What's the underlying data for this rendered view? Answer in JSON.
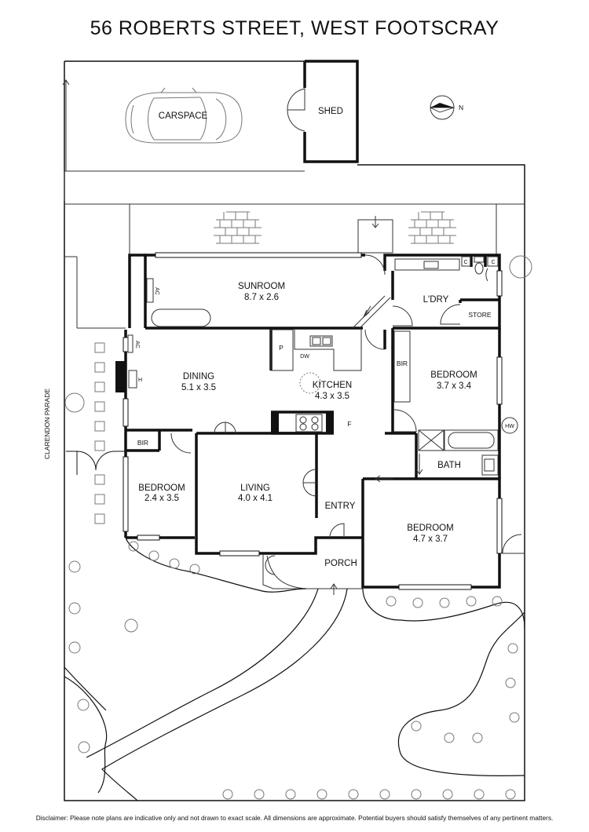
{
  "title": "56 ROBERTS STREET, WEST FOOTSCRAY",
  "street_label": "CLARENDON PARADE",
  "compass": {
    "label": "N"
  },
  "rooms": {
    "carspace": {
      "name": "CARSPACE"
    },
    "shed": {
      "name": "SHED"
    },
    "sunroom": {
      "name": "SUNROOM",
      "dims": "8.7 x 2.6"
    },
    "laundry": {
      "name": "L'DRY"
    },
    "store": {
      "name": "STORE"
    },
    "dining": {
      "name": "DINING",
      "dims": "5.1 x 3.5"
    },
    "kitchen": {
      "name": "KITCHEN",
      "dims": "4.3 x 3.5"
    },
    "bedroom_east": {
      "name": "BEDROOM",
      "dims": "3.7 x 3.4"
    },
    "bath": {
      "name": "BATH"
    },
    "bedroom_west": {
      "name": "BEDROOM",
      "dims": "2.4 x 3.5"
    },
    "living": {
      "name": "LIVING",
      "dims": "4.0 x 4.1"
    },
    "entry": {
      "name": "ENTRY"
    },
    "porch": {
      "name": "PORCH"
    },
    "bedroom_main": {
      "name": "BEDROOM",
      "dims": "4.7 x 3.7"
    }
  },
  "fixtures": {
    "ac_sunroom": "AC",
    "ac_dining": "AC",
    "heater": "H",
    "pantry": "P",
    "dishwasher": "DW",
    "fridge": "F",
    "bir_east": "BIR",
    "bir_west": "BIR",
    "hot_water": "HW",
    "cupboard_1": "C",
    "cupboard_2": "C"
  },
  "disclaimer": "Disclaimer: Please note plans are indicative only and not drawn to exact scale. All dimensions are approximate. Potential buyers should satisfy themselves of any pertinent matters."
}
